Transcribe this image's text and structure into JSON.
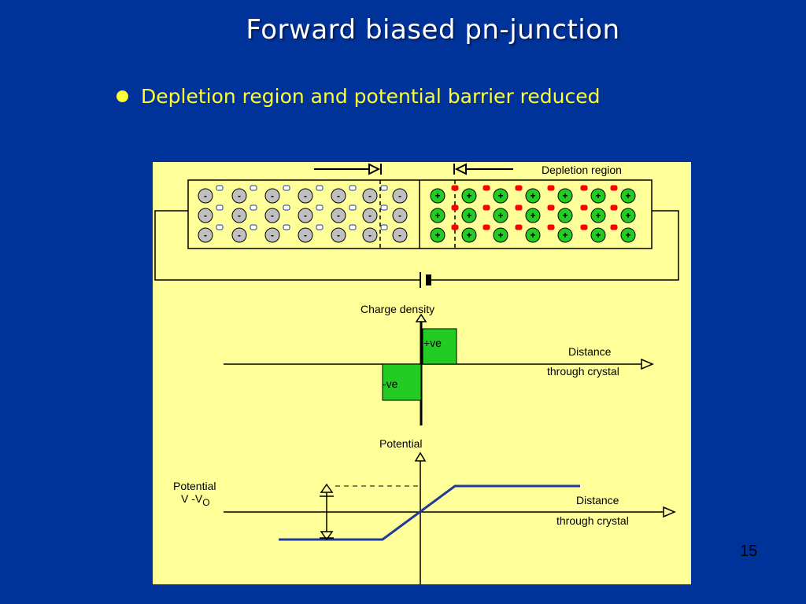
{
  "slide": {
    "title": "Forward biased pn-junction",
    "bullet": "Depletion region and potential barrier reduced",
    "slide_number": "15"
  },
  "diagram": {
    "depletion_label": "Depletion region",
    "charge_density_label": "Charge density",
    "positive_label": "+ve",
    "negative_label": "-ve",
    "distance_label_line1": "Distance",
    "distance_label_line2": "through crystal",
    "potential_axis_label": "Potential",
    "potential_annotation_line1": "Potential",
    "potential_annotation_line2_main": "V -V",
    "potential_annotation_line2_sub": "O",
    "minus_sign": "-",
    "plus_sign": "+"
  },
  "colors": {
    "background": "#003399",
    "panel": "#ffff99",
    "title": "#ffffff",
    "bullet": "#ffff33",
    "p_side_ion": "#bfbfbf",
    "n_side_ion": "#22cc22",
    "electron": "#ff0000",
    "hole": "#ffffff",
    "potential_line": "#1f3a9a"
  }
}
